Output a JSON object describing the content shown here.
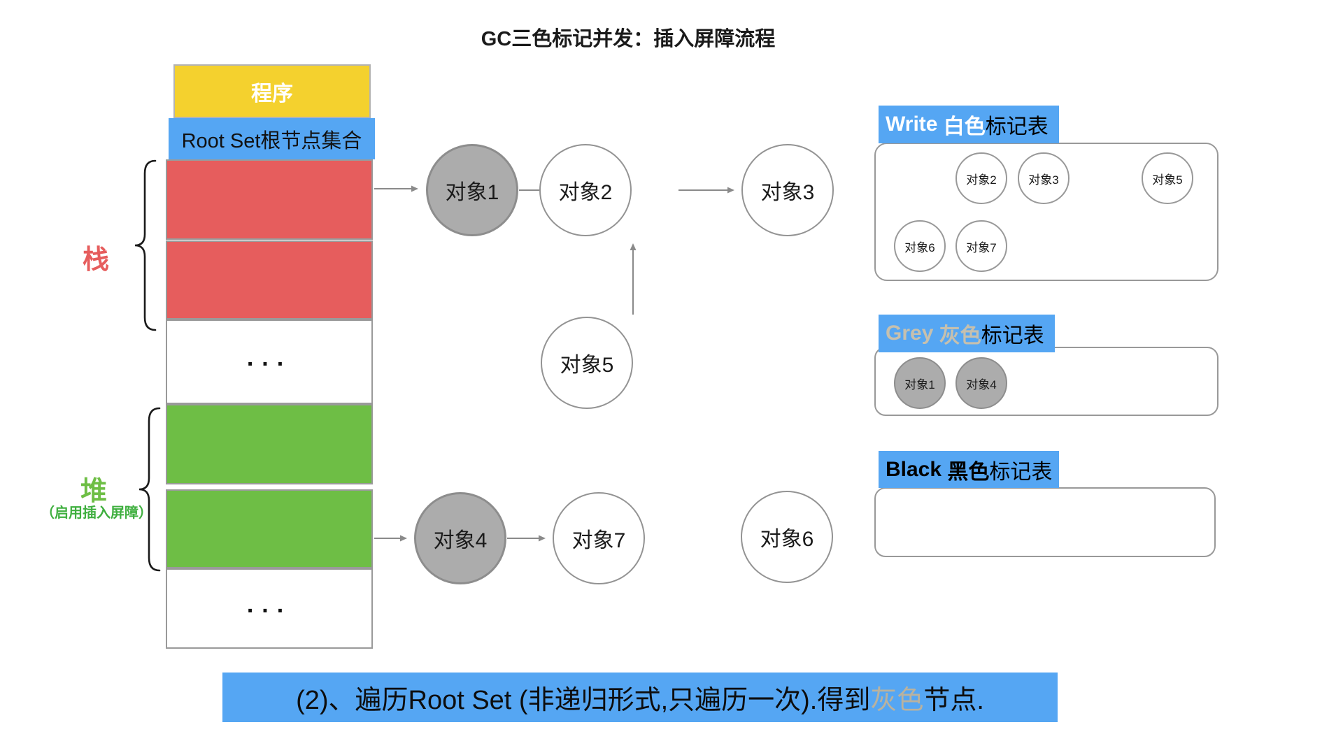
{
  "title": "GC三色标记并发：插入屏障流程",
  "colors": {
    "accent_blue": "#55a6f3",
    "program_yellow": "#f4d12e",
    "stack_red": "#e65d5d",
    "heap_green": "#6ebe45",
    "grey_node_fill": "#acacac",
    "grey_text": "#c6c0ae"
  },
  "memory_column": {
    "program_label": "程序",
    "root_set_label": "Root Set根节点集合",
    "stack_label": "栈",
    "heap_label": "堆",
    "heap_note": "（启用插入屏障）",
    "ellipsis_1": "...",
    "ellipsis_2": "...",
    "segments": [
      "program",
      "root-set",
      "stack-red",
      "stack-red",
      "ellipsis",
      "heap-green",
      "heap-green",
      "ellipsis"
    ]
  },
  "graph": {
    "nodes": [
      {
        "id": "obj1",
        "label": "对象1",
        "state": "grey"
      },
      {
        "id": "obj2",
        "label": "对象2",
        "state": "white"
      },
      {
        "id": "obj3",
        "label": "对象3",
        "state": "white"
      },
      {
        "id": "obj4",
        "label": "对象4",
        "state": "grey"
      },
      {
        "id": "obj5",
        "label": "对象5",
        "state": "white"
      },
      {
        "id": "obj6",
        "label": "对象6",
        "state": "white"
      },
      {
        "id": "obj7",
        "label": "对象7",
        "state": "white"
      }
    ],
    "edges": [
      {
        "from": "stack-root-set",
        "to": "对象1"
      },
      {
        "from": "对象1",
        "to": "对象2"
      },
      {
        "from": "对象2",
        "to": "对象3"
      },
      {
        "from": "对象5",
        "to": "对象2"
      },
      {
        "from": "heap-root-set",
        "to": "对象4"
      },
      {
        "from": "对象4",
        "to": "对象7"
      }
    ]
  },
  "tables": {
    "white": {
      "word_en": "Write ",
      "word_color": "白色",
      "suffix": "标记表",
      "items": [
        "对象2",
        "对象3",
        "对象5",
        "对象6",
        "对象7"
      ]
    },
    "grey": {
      "word_en": "Grey ",
      "word_color": "灰色",
      "suffix": "标记表",
      "items": [
        "对象1",
        "对象4"
      ]
    },
    "black": {
      "word_en": "Black ",
      "word_color": "黑色",
      "suffix": "标记表",
      "items": []
    }
  },
  "caption": {
    "prefix": "(2)、遍历Root Set (非递归形式,只遍历一次).得到",
    "highlight": "灰色",
    "suffix": "节点."
  }
}
